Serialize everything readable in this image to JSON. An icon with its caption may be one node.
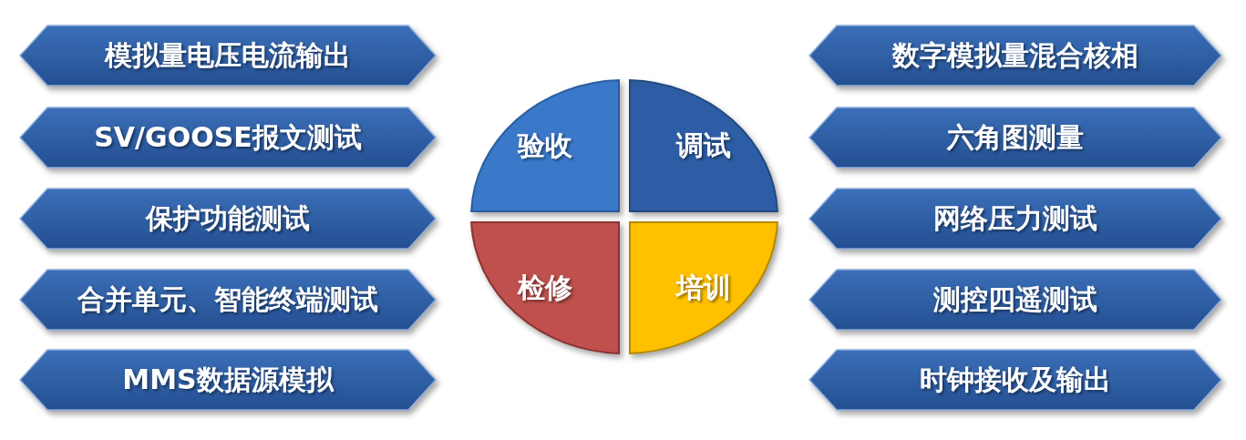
{
  "diagram": {
    "nodes": [
      {
        "text": [
          "模拟量电压电流输出"
        ]
      },
      {
        "text": [
          "SV/GOOSE报文测试"
        ]
      },
      {
        "text": [
          "保护功能测试"
        ]
      },
      {
        "text": [
          "合并单元、智能终端测试"
        ]
      },
      {
        "text": [
          "MMS数据源模拟"
        ]
      },
      {
        "text": [
          "验收"
        ]
      },
      {
        "text": [
          "调试"
        ]
      },
      {
        "text": [
          "检修"
        ]
      },
      {
        "text": [
          "培训"
        ]
      },
      {
        "text": [
          "数字模拟量混合核相"
        ]
      },
      {
        "text": [
          "六角图测量"
        ]
      },
      {
        "text": [
          "网络压力测试"
        ]
      },
      {
        "text": [
          "测控四遥测试"
        ]
      },
      {
        "text": [
          "时钟接收及输出"
        ]
      }
    ]
  }
}
